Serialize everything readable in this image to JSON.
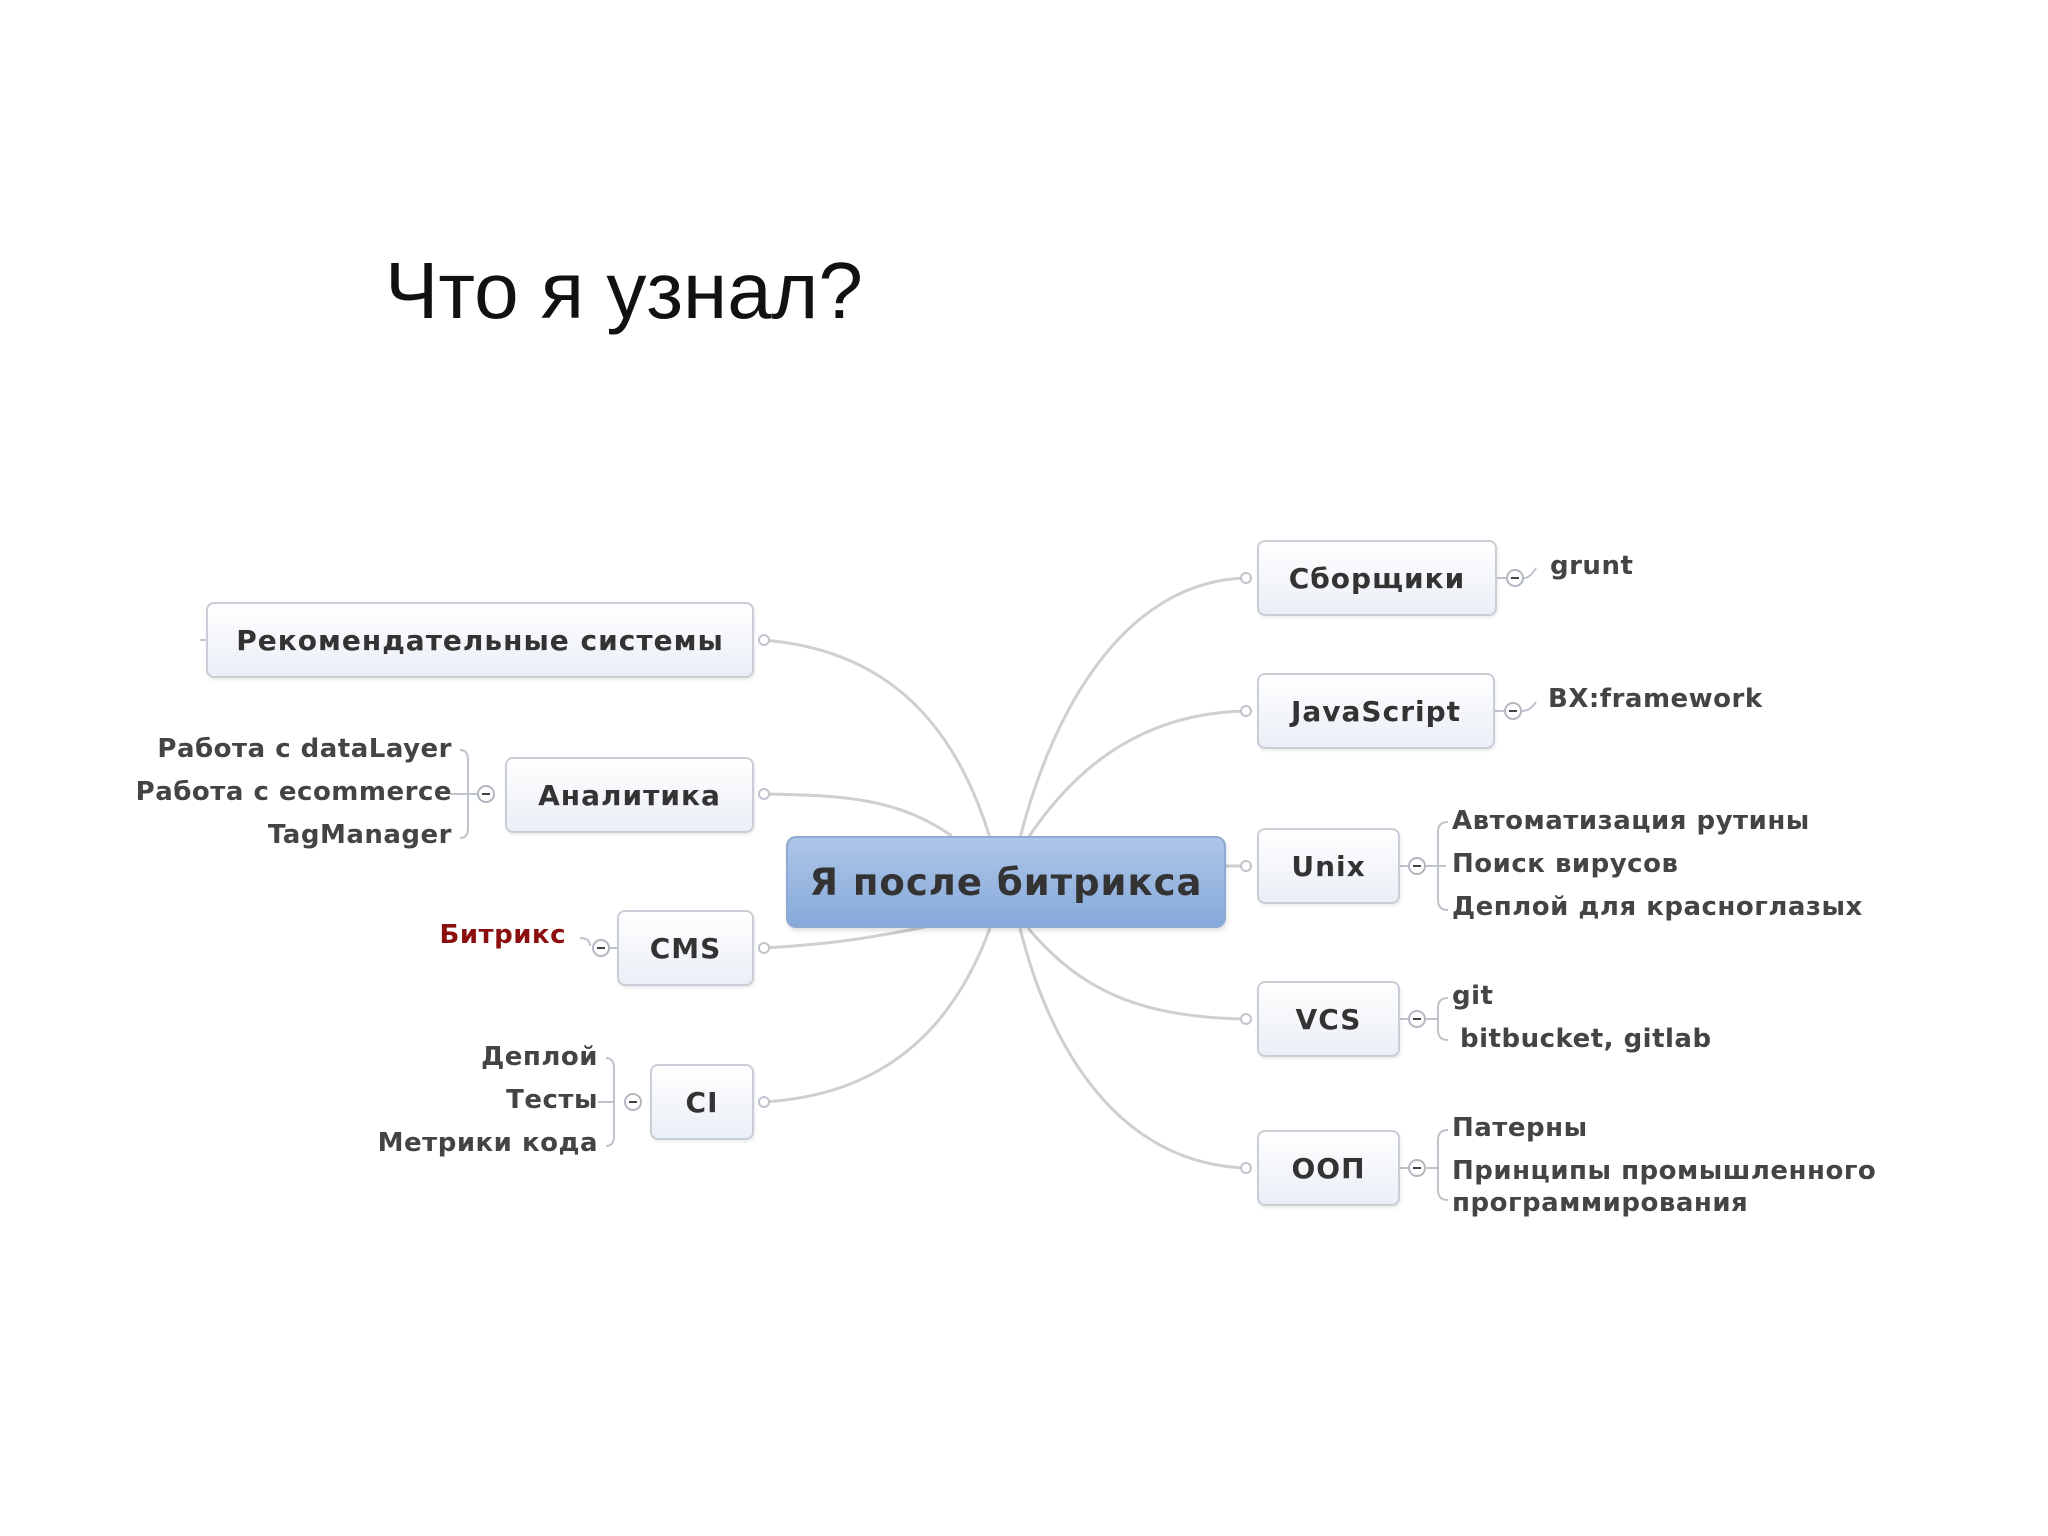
{
  "slide": {
    "title": "Что я узнал?"
  },
  "mindmap": {
    "central": "Я после битрикса",
    "left": {
      "recommend": {
        "label": "Рекомендательные системы"
      },
      "analytics": {
        "label": "Аналитика",
        "children": [
          "Работа с dataLayer",
          "Работа с ecommerce",
          "TagManager"
        ]
      },
      "cms": {
        "label": "CMS",
        "children": [
          "Битрикс"
        ]
      },
      "ci": {
        "label": "CI",
        "children": [
          "Деплой",
          "Тесты",
          "Метрики кода"
        ]
      }
    },
    "right": {
      "builders": {
        "label": "Сборщики",
        "children": [
          "grunt"
        ]
      },
      "js": {
        "label": "JavaScript",
        "children": [
          "BX:framework"
        ]
      },
      "unix": {
        "label": "Unix",
        "children": [
          "Автоматизация рутины",
          "Поиск вирусов",
          "Деплой для красноглазых"
        ]
      },
      "vcs": {
        "label": "VCS",
        "children": [
          "git",
          "bitbucket, gitlab"
        ]
      },
      "oop": {
        "label": "ООП",
        "children": [
          "Патерны",
          "Принципы промышленного",
          "программирования"
        ]
      }
    }
  },
  "colors": {
    "central_fill": "#8fb0dd",
    "node_border": "#c9ced6",
    "highlight_text": "#8b0f0f",
    "connector": "#cfcfcf"
  }
}
